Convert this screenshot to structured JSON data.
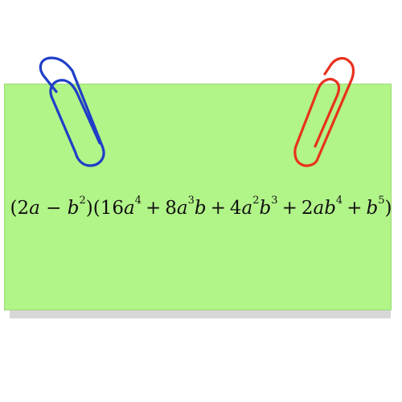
{
  "expression": {
    "t1": "(2",
    "t2": "a",
    "t3": " − ",
    "t4": "b",
    "s1": "2",
    "t5": ")(16",
    "t6": "a",
    "s2": "4",
    "op1": "+",
    "t7": "8",
    "t8": "a",
    "s3": "3",
    "t9": "b",
    "op2": "+",
    "t10": "4",
    "t11": "a",
    "s4": "2",
    "t12": "b",
    "s5": "3",
    "op3": "+",
    "t13": "2",
    "t14": "ab",
    "s6": "4",
    "op4": "+",
    "t15": "b",
    "s7": "5",
    "t16": ")"
  },
  "clips": {
    "left_color": "#1f3ec8",
    "right_color": "#e8321e"
  },
  "note": {
    "color": "#b1f488"
  }
}
